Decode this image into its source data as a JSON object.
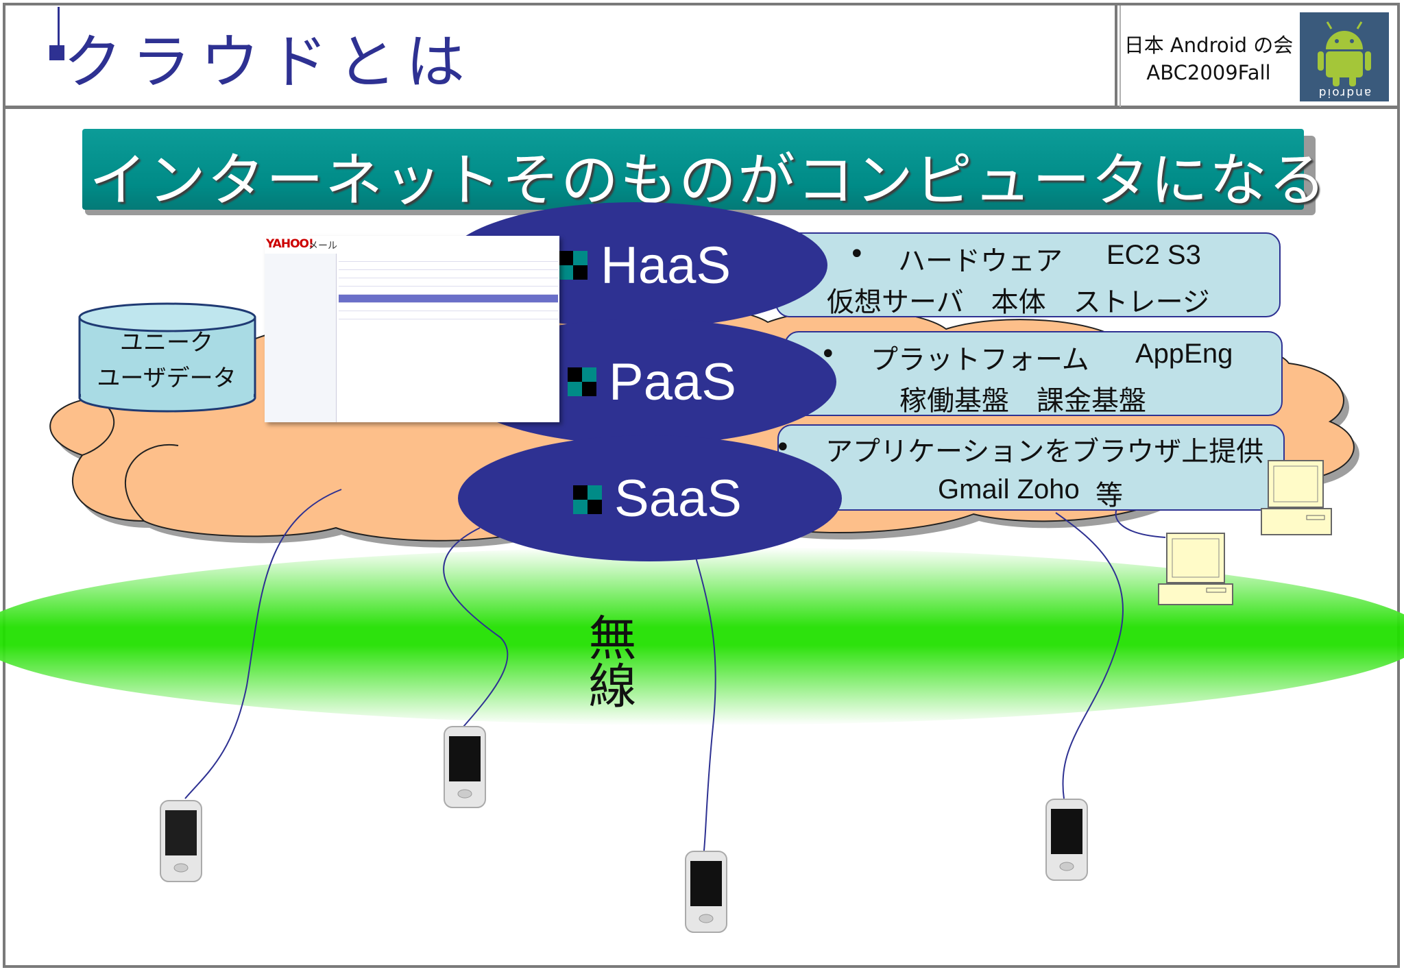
{
  "header": {
    "title": "クラウドとは",
    "org_line1": "日本 Android の会",
    "org_line2": "ABC2009Fall",
    "logo_icon": "android-robot-icon",
    "logo_text": "android"
  },
  "banner": {
    "text": "インターネットそのものがコンピュータになる",
    "color": "#008b87"
  },
  "database": {
    "line1": "ユニーク",
    "line2": "ユーザデータ"
  },
  "mail_screenshot": {
    "brand": "YAHOO!",
    "brand_suffix": "メール"
  },
  "layers": [
    {
      "label": "HaaS",
      "desc_bullet": "•",
      "desc_line1_jp": "ハードウェア",
      "desc_line1_en": "EC2 S3",
      "desc_line2": "仮想サーバ　本体　ストレージ"
    },
    {
      "label": "PaaS",
      "desc_bullet": "•",
      "desc_line1_jp": "プラットフォーム",
      "desc_line1_en": "AppEng",
      "desc_line2": "稼働基盤　課金基盤"
    },
    {
      "label": "SaaS",
      "desc_bullet": "•",
      "desc_line1_jp": "アプリケーションをブラウザ上提供",
      "desc_line1_en": "",
      "desc_line2_en": "Gmail Zoho",
      "desc_line2_jp": "等"
    }
  ],
  "wireless": {
    "label": "無線",
    "color": "#33ee00"
  },
  "colors": {
    "title_blue": "#2e3192",
    "layer_ellipse": "#2e3192",
    "desc_box": "#bfe1e8",
    "cloud": "#fdbf8a",
    "terminal": "#fffbc8"
  },
  "icons": [
    "android-robot-icon",
    "phone-icon",
    "desktop-computer-icon",
    "database-cylinder-icon",
    "cloud-icon",
    "layer-bullet-icon"
  ]
}
